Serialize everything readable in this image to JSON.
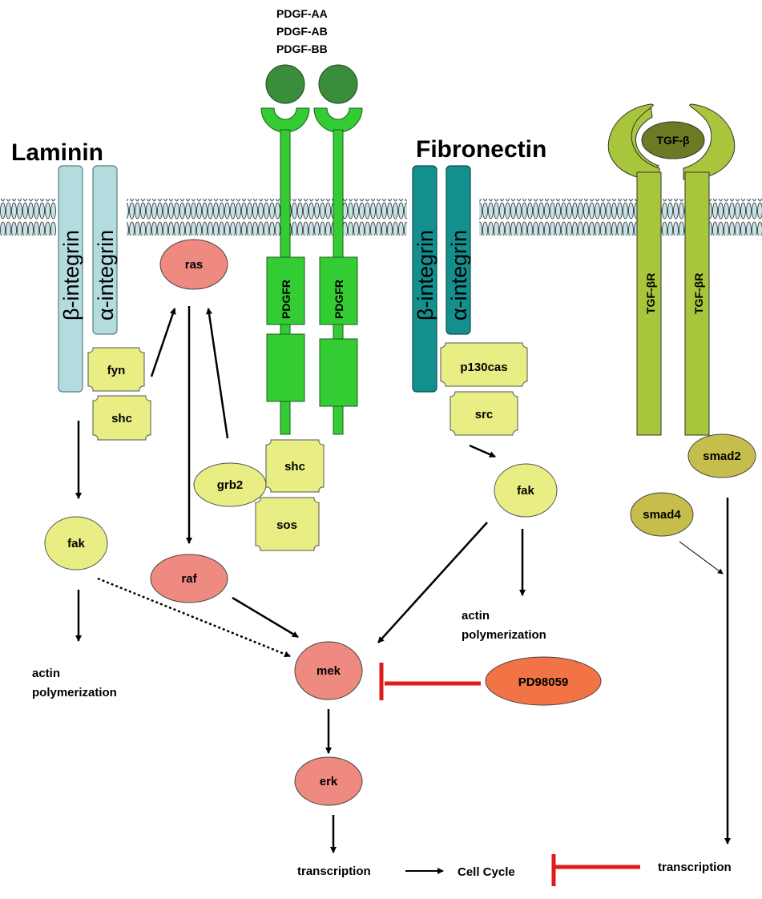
{
  "colors": {
    "membrane": "#bfe0e4",
    "integrin_light": "#b3dcdf",
    "integrin_dark": "#138f8e",
    "pdgf_ligand": "#3a8d3a",
    "pdgfr": "#33cc33",
    "tgf_receptor": "#a8c63c",
    "tgf_ligand": "#6c7a24",
    "adaptor": "#e8ee84",
    "mapk": "#ee8a80",
    "inhibitor": "#f27446",
    "smad": "#c6be4c",
    "inhibition": "#e01b1b"
  },
  "ligands": {
    "laminin": "Laminin",
    "fibronectin": "Fibronectin",
    "pdgf": [
      "PDGF-AA",
      "PDGF-AB",
      "PDGF-BB"
    ],
    "tgf": "TGF-β"
  },
  "receptors": {
    "laminin_beta": "β-integrin",
    "laminin_alpha": "α-integrin",
    "fibronectin_beta": "β-integrin",
    "fibronectin_alpha": "α-integrin",
    "pdgfr_1": "PDGFR",
    "pdgfr_2": "PDGFR",
    "tgfbr_1": "TGF-βR",
    "tgfbr_2": "TGF-βR"
  },
  "nodes": {
    "fyn": "fyn",
    "shc_left": "shc",
    "fak_left": "fak",
    "ras": "ras",
    "grb2": "grb2",
    "shc_pdgf": "shc",
    "sos": "sos",
    "raf": "raf",
    "mek": "mek",
    "erk": "erk",
    "p130cas": "p130cas",
    "src": "src",
    "fak_right": "fak",
    "smad2": "smad2",
    "smad4": "smad4",
    "inhibitor": "PD98059"
  },
  "outcomes": {
    "actin_left_1": "actin",
    "actin_left_2": "polymerization",
    "actin_right_1": "actin",
    "actin_right_2": "polymerization",
    "transcription_left": "transcription",
    "cell_cycle": "Cell Cycle",
    "transcription_right": "transcription"
  }
}
